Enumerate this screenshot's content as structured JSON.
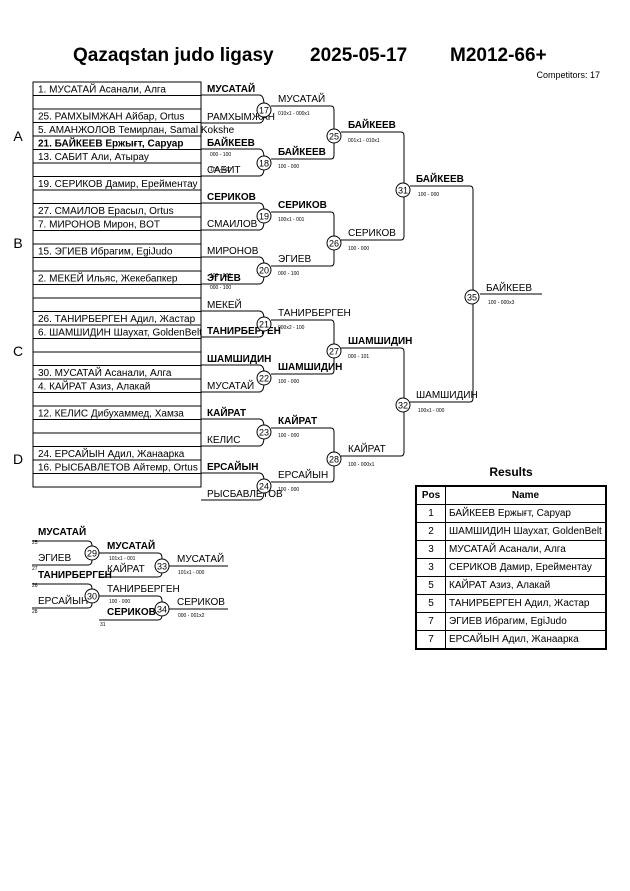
{
  "header": {
    "league": "Qazaqstan judo ligasy",
    "date": "2025-05-17",
    "category": "M2012-66+",
    "competitors": "Competitors: 17"
  },
  "pools": [
    "A",
    "B",
    "C",
    "D"
  ],
  "entries": [
    {
      "text": "1. МУСАТАЙ Асанали, Алга",
      "bold": false
    },
    {
      "text": "",
      "bold": false
    },
    {
      "text": "25. РАМХЫМЖАН Айбар, Ortus",
      "bold": false
    },
    {
      "text": "5. АМАНЖОЛОВ Темирлан, Samal Kokshe",
      "bold": false
    },
    {
      "text": "21. БАЙКЕЕВ Ержығт, Саруар",
      "bold": true
    },
    {
      "text": "13. САБИТ Али, Атырау",
      "bold": false
    },
    {
      "text": "",
      "bold": false
    },
    {
      "text": "19. СЕРИКОВ Дамир, Ерейментау",
      "bold": false
    },
    {
      "text": "",
      "bold": false
    },
    {
      "text": "27. СМАИЛОВ Ерасыл, Ortus",
      "bold": false
    },
    {
      "text": "7. МИРОНОВ Мирон, BOT",
      "bold": false
    },
    {
      "text": "",
      "bold": false
    },
    {
      "text": "15. ЭГИЕВ Ибрагим, EgiJudo",
      "bold": false
    },
    {
      "text": "",
      "bold": false
    },
    {
      "text": "2. МЕКЕЙ Ильяс, Жекебапкер",
      "bold": false
    },
    {
      "text": "",
      "bold": false
    },
    {
      "text": "",
      "bold": false
    },
    {
      "text": "26. ТАНИРБЕРГЕН Адил, Жастар",
      "bold": false
    },
    {
      "text": "6. ШАМШИДИН Шаухат, GoldenBelt",
      "bold": false
    },
    {
      "text": "",
      "bold": false
    },
    {
      "text": "",
      "bold": false
    },
    {
      "text": "30. МУСАТАЙ Асанали, Алга",
      "bold": false
    },
    {
      "text": "4. КАЙРАТ Азиз, Алакай",
      "bold": false
    },
    {
      "text": "",
      "bold": false
    },
    {
      "text": "12. КЕЛИС Дибухаммед, Хамза",
      "bold": false
    },
    {
      "text": "",
      "bold": false
    },
    {
      "text": "",
      "bold": false
    },
    {
      "text": "24. ЕРСАЙЫН Адил, Жанаарка",
      "bold": false
    },
    {
      "text": "16. РЫСБАВЛЕТОВ Айтемр, Ortus",
      "bold": false
    },
    {
      "text": "",
      "bold": false
    }
  ],
  "round1": [
    {
      "name": "МУСАТАЙ",
      "bold": true
    },
    {
      "name": "РАМХЫМЖАН",
      "bold": false
    },
    {
      "name": "БАЙКЕЕВ",
      "bold": true
    },
    {
      "name": "САБИТ",
      "bold": false
    },
    {
      "name": "СЕРИКОВ",
      "bold": true
    },
    {
      "name": "СМАИЛОВ",
      "bold": false
    },
    {
      "name": "МИРОНОВ",
      "bold": false
    },
    {
      "name": "ЭГИЕВ",
      "bold": true
    },
    {
      "name": "МЕКЕЙ",
      "bold": false
    },
    {
      "name": "ТАНИРБЕРГЕН",
      "bold": true
    },
    {
      "name": "ШАМШИДИН",
      "bold": true
    },
    {
      "name": "МУСАТАЙ",
      "bold": false
    },
    {
      "name": "КАЙРАТ",
      "bold": true
    },
    {
      "name": "КЕЛИС",
      "bold": false
    },
    {
      "name": "ЕРСАЙЫН",
      "bold": true
    },
    {
      "name": "РЫСБАВЛЕТОВ",
      "bold": false
    }
  ],
  "round1_scores": [
    "000 - 100",
    "100 - 000",
    "100 - 000",
    "000 - 100"
  ],
  "matches": [
    {
      "num": "17",
      "winner": "МУСАТАЙ",
      "bold": false,
      "score": "010x1 - 000x1"
    },
    {
      "num": "18",
      "winner": "БАЙКЕЕВ",
      "bold": true,
      "score": "100 - 000"
    },
    {
      "num": "19",
      "winner": "СЕРИКОВ",
      "bold": true,
      "score": "100x1 - 001"
    },
    {
      "num": "20",
      "winner": "ЭГИЕВ",
      "bold": false,
      "score": "000 - 100"
    },
    {
      "num": "21",
      "winner": "ТАНИРБЕРГЕН",
      "bold": false,
      "score": "000x2 - 100"
    },
    {
      "num": "22",
      "winner": "ШАМШИДИН",
      "bold": true,
      "score": "100 - 000"
    },
    {
      "num": "23",
      "winner": "КАЙРАТ",
      "bold": true,
      "score": "100 - 000"
    },
    {
      "num": "24",
      "winner": "ЕРСАЙЫН",
      "bold": false,
      "score": "100 - 000"
    },
    {
      "num": "25",
      "winner": "БАЙКЕЕВ",
      "bold": true,
      "score": "001x1 - 010x1"
    },
    {
      "num": "26",
      "winner": "СЕРИКОВ",
      "bold": false,
      "score": "100 - 000"
    },
    {
      "num": "27",
      "winner": "ШАМШИДИН",
      "bold": true,
      "score": "000 - 101"
    },
    {
      "num": "28",
      "winner": "КАЙРАТ",
      "bold": false,
      "score": "100 - 000x1"
    },
    {
      "num": "31",
      "winner": "БАЙКЕЕВ",
      "bold": true,
      "score": "100 - 000"
    },
    {
      "num": "32",
      "winner": "ШАМШИДИН",
      "bold": false,
      "score": "100x1 - 000"
    },
    {
      "num": "35",
      "winner": "БАЙКЕЕВ",
      "bold": false,
      "score": "100 - 000x3"
    }
  ],
  "repechage": [
    {
      "top": "МУСАТАЙ",
      "top_small": "25",
      "bottom": "ЭГИЕВ",
      "bottom_small": "27",
      "num1": "29",
      "mid_top": "МУСАТАЙ",
      "mid_top_score": "101x1 - 001",
      "mid_bottom": "КАЙРАТ",
      "num2": "33",
      "winner": "МУСАТАЙ",
      "winner_score": "101x1 - 000"
    },
    {
      "top": "ТАНИРБЕРГЕН",
      "top_small": "26",
      "bottom": "ЕРСАЙЫН",
      "bottom_small": "28",
      "num1": "30",
      "mid_top": "ТАНИРБЕРГЕН",
      "mid_top_score": "100 - 000",
      "mid_bottom": "СЕРИКОВ",
      "mid_bottom_small": "31",
      "num2": "34",
      "winner": "СЕРИКОВ",
      "winner_score": "000 - 001x2"
    }
  ],
  "results": {
    "title": "Results",
    "col_pos": "Pos",
    "col_name": "Name",
    "rows": [
      {
        "pos": "1",
        "name": "БАЙКЕЕВ Ержығт, Саруар"
      },
      {
        "pos": "2",
        "name": "ШАМШИДИН Шаухат, GoldenBelt"
      },
      {
        "pos": "3",
        "name": "МУСАТАЙ Асанали, Алга"
      },
      {
        "pos": "3",
        "name": "СЕРИКОВ Дамир, Ерейментау"
      },
      {
        "pos": "5",
        "name": "КАЙРАТ Азиз, Алакай"
      },
      {
        "pos": "5",
        "name": "ТАНИРБЕРГЕН Адил, Жастар"
      },
      {
        "pos": "7",
        "name": "ЭГИЕВ Ибрагим, EgiJudo"
      },
      {
        "pos": "7",
        "name": "ЕРСАЙЫН Адил, Жанаарка"
      }
    ]
  }
}
